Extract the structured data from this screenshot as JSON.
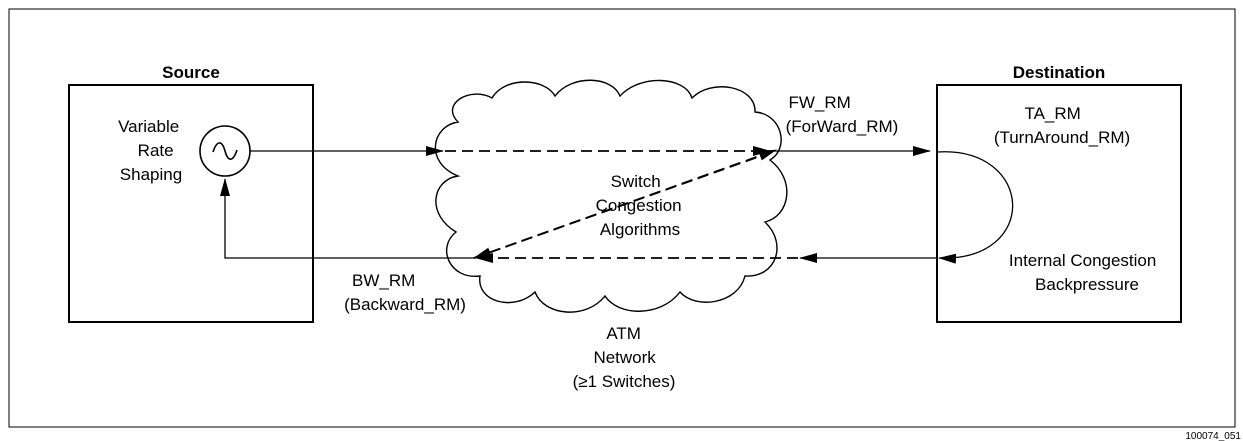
{
  "source": {
    "title": "Source",
    "shaper_lines": [
      "Variable",
      "Rate",
      "Shaping"
    ]
  },
  "destination": {
    "title": "Destination",
    "turnaround_lines": [
      "TA_RM",
      "(TurnAround_RM)"
    ],
    "congestion_lines": [
      "Internal Congestion",
      "Backpressure"
    ]
  },
  "forward_cell": {
    "lines": [
      "FW_RM",
      "(ForWard_RM)"
    ]
  },
  "backward_cell": {
    "lines": [
      "BW_RM",
      "(Backward_RM)"
    ]
  },
  "switch": {
    "lines": [
      "Switch",
      "Congestion",
      "Algorithms"
    ]
  },
  "network": {
    "lines": [
      "ATM",
      "Network",
      "(≥1 Switches)"
    ]
  },
  "figure_id": "100074_051"
}
